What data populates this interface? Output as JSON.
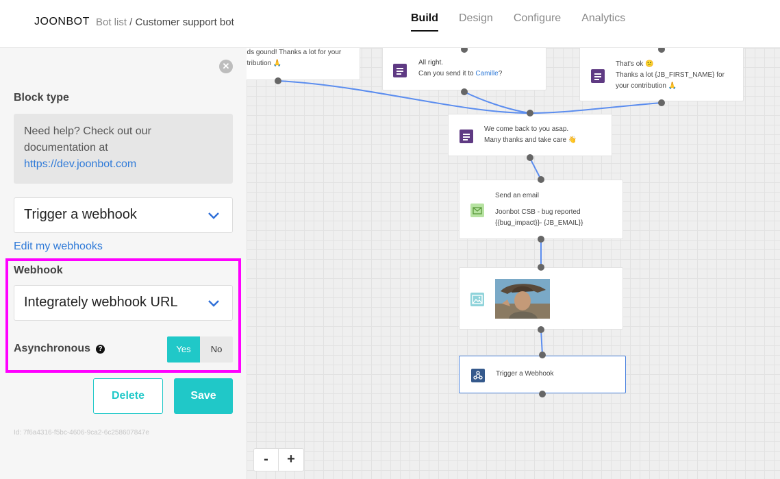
{
  "header": {
    "brand": "JOONBOT",
    "breadcrumb_root": "Bot list",
    "breadcrumb_sep": " / ",
    "breadcrumb_current": "Customer support bot",
    "tabs": [
      "Build",
      "Design",
      "Configure",
      "Analytics"
    ],
    "active_tab": "Build"
  },
  "panel": {
    "close_glyph": "✕",
    "block_type_label": "Block type",
    "help_text": "Need help? Check out our documentation at",
    "help_link": "https://dev.joonbot.com",
    "block_type_value": "Trigger a webhook",
    "edit_link": "Edit my webhooks",
    "webhook_label": "Webhook",
    "webhook_value": "Integrately webhook URL",
    "async_label": "Asynchronous",
    "async_help_glyph": "?",
    "async_yes": "Yes",
    "async_no": "No",
    "async_selected": "Yes",
    "delete_label": "Delete",
    "save_label": "Save",
    "block_id": "Id: 7f6a4316-f5bc-4606-9ca2-6c258607847e",
    "highlight_color": "#ff00ff",
    "accent_color": "#20c8c8"
  },
  "canvas": {
    "nodes": {
      "n1": {
        "line1": "nds gound! Thanks a lot for your",
        "line2": "ntribution 🙏"
      },
      "n2": {
        "line1": "All right.",
        "line2_prefix": "Can you send it to ",
        "line2_link": "Camille",
        "line2_suffix": "?"
      },
      "n3": {
        "line1": "That's ok 😕",
        "line2": "Thanks a lot {JB_FIRST_NAME} for",
        "line3": "your contribution 🙏"
      },
      "n4": {
        "line1": "We come back to you asap.",
        "line2": "Many thanks and take care 👋"
      },
      "n5": {
        "title": "Send an email",
        "line1": "Joonbot CSB - bug reported",
        "line2": "{{bug_impact}}- {JB_EMAIL}}"
      },
      "n7": {
        "label": "Trigger a Webhook"
      }
    },
    "icons": [
      "text-block-icon",
      "email-icon",
      "image-icon",
      "webhook-icon"
    ],
    "edge_color": "#5b8def",
    "zoom_out": "-",
    "zoom_in": "+"
  }
}
